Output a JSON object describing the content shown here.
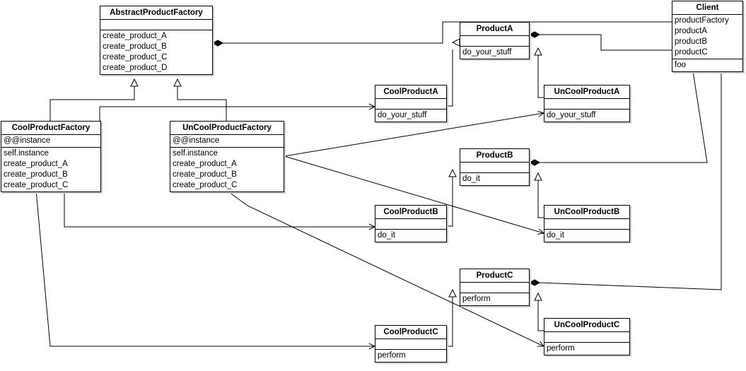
{
  "classes": {
    "abstract_factory": {
      "name": "AbstractProductFactory",
      "attributes": [],
      "methods": [
        "create_product_A",
        "create_product_B",
        "create_product_C",
        "create_product_D"
      ]
    },
    "cool_factory": {
      "name": "CoolProductFactory",
      "attributes": [
        "@@instance"
      ],
      "methods": [
        "self.instance",
        "create_product_A",
        "create_product_B",
        "create_product_C"
      ]
    },
    "uncool_factory": {
      "name": "UnCoolProductFactory",
      "attributes": [
        "@@instance"
      ],
      "methods": [
        "self.instance",
        "create_product_A",
        "create_product_B",
        "create_product_C"
      ]
    },
    "product_a": {
      "name": "ProductA",
      "attributes": [],
      "methods": [
        "do_your_stuff"
      ]
    },
    "cool_product_a": {
      "name": "CoolProductA",
      "attributes": [],
      "methods": [
        "do_your_stuff"
      ]
    },
    "uncool_product_a": {
      "name": "UnCoolProductA",
      "attributes": [],
      "methods": [
        "do_your_stuff"
      ]
    },
    "product_b": {
      "name": "ProductB",
      "attributes": [],
      "methods": [
        "do_it"
      ]
    },
    "cool_product_b": {
      "name": "CoolProductB",
      "attributes": [],
      "methods": [
        "do_it"
      ]
    },
    "uncool_product_b": {
      "name": "UnCoolProductB",
      "attributes": [],
      "methods": [
        "do_it"
      ]
    },
    "product_c": {
      "name": "ProductC",
      "attributes": [],
      "methods": [
        "perform"
      ]
    },
    "cool_product_c": {
      "name": "CoolProductC",
      "attributes": [],
      "methods": [
        "perform"
      ]
    },
    "uncool_product_c": {
      "name": "UnCoolProductC",
      "attributes": [],
      "methods": [
        "perform"
      ]
    },
    "client": {
      "name": "Client",
      "attributes": [
        "productFactory",
        "productA",
        "productB",
        "productC"
      ],
      "methods": [
        "foo"
      ]
    }
  },
  "relations": [
    {
      "kind": "composition",
      "from": "product_a",
      "to": "abstract_factory"
    },
    {
      "kind": "generalization",
      "from": "cool_factory",
      "to": "abstract_factory"
    },
    {
      "kind": "generalization",
      "from": "uncool_factory",
      "to": "abstract_factory"
    },
    {
      "kind": "generalization",
      "from": "cool_product_a",
      "to": "product_a"
    },
    {
      "kind": "generalization",
      "from": "uncool_product_a",
      "to": "product_a"
    },
    {
      "kind": "generalization",
      "from": "cool_product_b",
      "to": "product_b"
    },
    {
      "kind": "generalization",
      "from": "uncool_product_b",
      "to": "product_b"
    },
    {
      "kind": "generalization",
      "from": "cool_product_c",
      "to": "product_c"
    },
    {
      "kind": "generalization",
      "from": "uncool_product_c",
      "to": "product_c"
    },
    {
      "kind": "composition",
      "from": "client",
      "to": "product_a"
    },
    {
      "kind": "composition",
      "from": "client",
      "to": "product_b"
    },
    {
      "kind": "composition",
      "from": "client",
      "to": "product_c"
    },
    {
      "kind": "dependency",
      "from": "cool_factory",
      "to": "cool_product_a"
    },
    {
      "kind": "dependency",
      "from": "cool_factory",
      "to": "cool_product_b"
    },
    {
      "kind": "dependency",
      "from": "cool_factory",
      "to": "cool_product_c"
    },
    {
      "kind": "dependency",
      "from": "uncool_factory",
      "to": "uncool_product_a"
    },
    {
      "kind": "dependency",
      "from": "uncool_factory",
      "to": "uncool_product_b"
    },
    {
      "kind": "dependency",
      "from": "uncool_factory",
      "to": "uncool_product_c"
    }
  ]
}
